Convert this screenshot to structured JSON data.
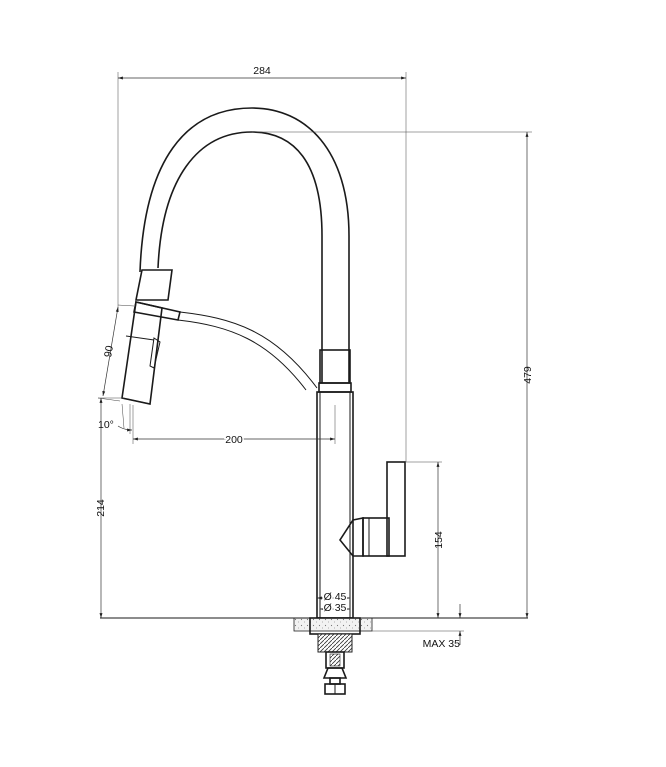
{
  "dimensions": {
    "overall_width": "284",
    "overall_height": "479",
    "spout_reach": "200",
    "spout_height": "214",
    "handle_height": "154",
    "head_length": "90",
    "head_angle": "10°",
    "outer_diameter": "Ø 45",
    "hole_diameter": "Ø 35",
    "max_thickness": "MAX 35"
  },
  "colors": {
    "line": "#1a1a1a",
    "background": "#ffffff"
  }
}
